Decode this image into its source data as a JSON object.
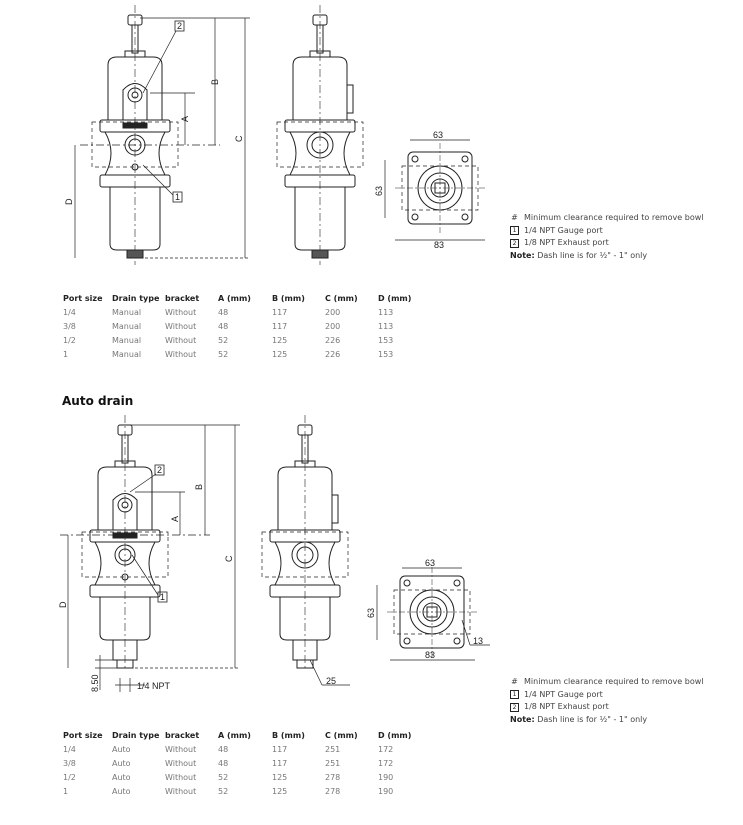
{
  "manual_section": {
    "drawing_labels": {
      "A": "A",
      "B": "B",
      "C": "C",
      "D": "D",
      "callout_1": "1",
      "callout_2": "2",
      "width_top": "63",
      "height_side": "63",
      "width_bottom": "83"
    },
    "notes": {
      "hash_symbol": "#",
      "hash_text": "Minimum clearance required to remove bowl",
      "item1_num": "1",
      "item1_text": "1/4 NPT Gauge port",
      "item2_num": "2",
      "item2_text": "1/8 NPT Exhaust port",
      "note_label": "Note:",
      "note_text": "Dash line is for ½\" - 1\" only"
    },
    "table": {
      "headers": [
        "Port size",
        "Drain type",
        "bracket",
        "A (mm)",
        "B (mm)",
        "C (mm)",
        "D (mm)"
      ],
      "rows": [
        [
          "1/4",
          "Manual",
          "Without",
          "48",
          "117",
          "200",
          "113"
        ],
        [
          "3/8",
          "Manual",
          "Without",
          "48",
          "117",
          "200",
          "113"
        ],
        [
          "1/2",
          "Manual",
          "Without",
          "52",
          "125",
          "226",
          "153"
        ],
        [
          "1",
          "Manual",
          "Without",
          "52",
          "125",
          "226",
          "153"
        ]
      ]
    }
  },
  "auto_section": {
    "heading": "Auto drain",
    "drawing_labels": {
      "A": "A",
      "B": "B",
      "C": "C",
      "D": "D",
      "callout_1": "1",
      "callout_2": "2",
      "width_top": "63",
      "height_side": "63",
      "width_bottom": "83",
      "drain_height": "8.50",
      "drain_port": "1/4 NPT",
      "wrench_25": "25",
      "wrench_13": "13"
    },
    "notes": {
      "hash_symbol": "#",
      "hash_text": "Minimum clearance required to remove bowl",
      "item1_num": "1",
      "item1_text": "1/4 NPT Gauge port",
      "item2_num": "2",
      "item2_text": "1/8 NPT Exhaust port",
      "note_label": "Note:",
      "note_text": "Dash line is for ½\" - 1\" only"
    },
    "table": {
      "headers": [
        "Port size",
        "Drain type",
        "bracket",
        "A (mm)",
        "B (mm)",
        "C (mm)",
        "D (mm)"
      ],
      "rows": [
        [
          "1/4",
          "Auto",
          "Without",
          "48",
          "117",
          "251",
          "172"
        ],
        [
          "3/8",
          "Auto",
          "Without",
          "48",
          "117",
          "251",
          "172"
        ],
        [
          "1/2",
          "Auto",
          "Without",
          "52",
          "125",
          "278",
          "190"
        ],
        [
          "1",
          "Auto",
          "Without",
          "52",
          "125",
          "278",
          "190"
        ]
      ]
    }
  }
}
